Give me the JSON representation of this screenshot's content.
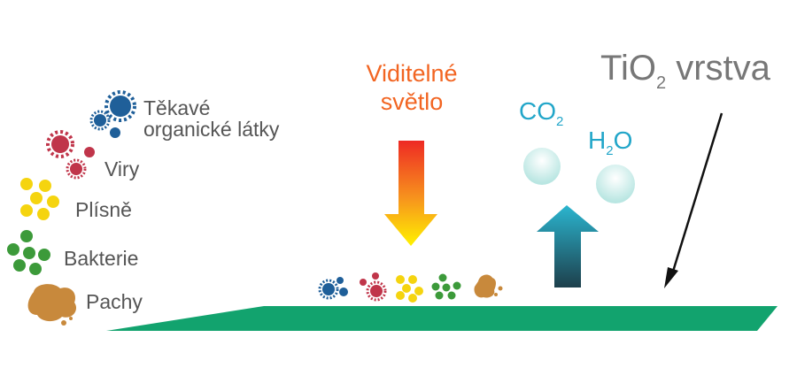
{
  "pollutants": {
    "voc": {
      "line1": "Těkavé",
      "line2": "organické látky"
    },
    "viruses": "Viry",
    "mold": "Plísně",
    "bacteria": "Bakterie",
    "odors": "Pachy"
  },
  "light": {
    "line1": "Viditelné",
    "line2": "světlo"
  },
  "co2": {
    "main": "CO",
    "sub": "2"
  },
  "h2o": {
    "main": "H",
    "sub": "2",
    "tail": "O"
  },
  "layer": {
    "main": "TiO",
    "sub": "2",
    "tail": " vrstva"
  },
  "colors": {
    "voc": "#1f5f99",
    "virus": "#c0354a",
    "mold": "#f5d40f",
    "bacteria": "#3c9a3a",
    "odor": "#c8893c",
    "surface": "#12a36e",
    "light_text": "#f26522",
    "gas_text": "#22a6c9"
  }
}
